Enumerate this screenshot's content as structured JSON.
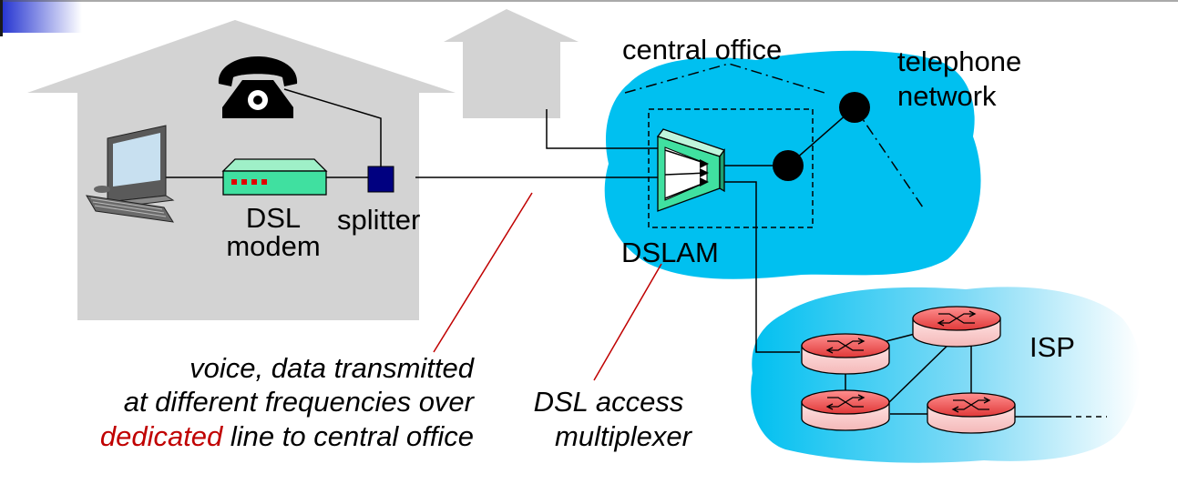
{
  "labels": {
    "dsl_modem_line1": "DSL",
    "dsl_modem_line2": "modem",
    "splitter": "splitter",
    "central_office": "central office",
    "telephone_line1": "telephone",
    "telephone_line2": "network",
    "dslam": "DSLAM",
    "isp": "ISP"
  },
  "captions": {
    "voice_line1": "voice, data transmitted",
    "voice_line2": "at different frequencies over",
    "voice_line3_emph": "dedicated",
    "voice_line3_rest": " line to central office",
    "dslam_line1": "DSL access",
    "dslam_line2": "multiplexer"
  },
  "colors": {
    "house": "#d3d3d3",
    "cloud": "#00c0f0",
    "router": "#e04848",
    "modem": "#40e0a0",
    "splitter": "#000080",
    "caption_pointer": "#c00000",
    "emphasis": "#c00000",
    "accent_bar": "#3040d0"
  },
  "icons": [
    "telephone-icon",
    "computer-icon",
    "dsl-modem-icon",
    "splitter-icon",
    "dslam-icon",
    "router-icon"
  ]
}
